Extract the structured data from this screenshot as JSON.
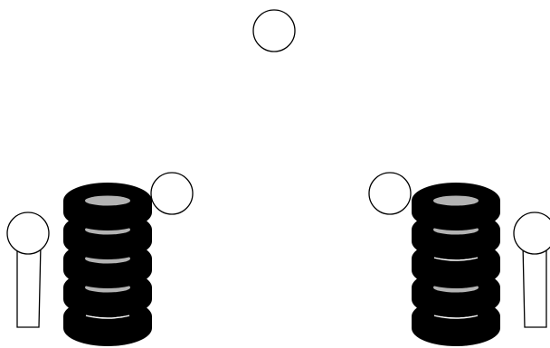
{
  "scene": {
    "colors": {
      "background": "#ffffff",
      "outline": "#000000",
      "tire": "#000000",
      "groove_fill": "#b3b3b3",
      "groove_line": "#ffffff",
      "ball_fill": "#ffffff"
    },
    "stacks": [
      {
        "name": "left-tire-stack",
        "tires": [
          {
            "groove": "filled"
          },
          {
            "groove": "filled"
          },
          {
            "groove": "filled"
          },
          {
            "groove": "filled"
          },
          {
            "groove": "line"
          }
        ]
      },
      {
        "name": "right-tire-stack",
        "tires": [
          {
            "groove": "filled"
          },
          {
            "groove": "filled"
          },
          {
            "groove": "line"
          },
          {
            "groove": "filled"
          },
          {
            "groove": "line"
          }
        ]
      }
    ],
    "balls": [
      "top-center-ball",
      "left-stack-ball",
      "right-stack-ball"
    ],
    "figures": [
      "left-player-figure",
      "right-player-figure"
    ]
  }
}
